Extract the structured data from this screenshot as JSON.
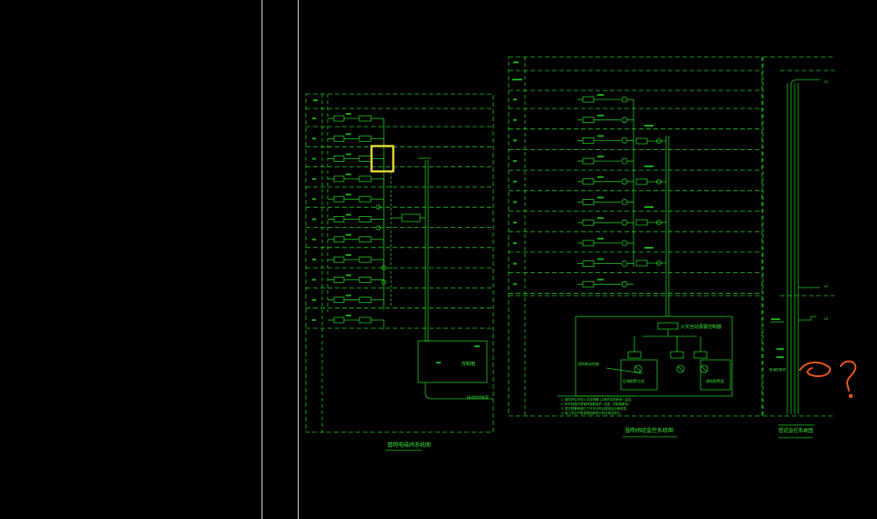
{
  "viewport": {
    "background": "#000000"
  },
  "colors": {
    "line": "#21c421",
    "text": "#3be03b",
    "highlight": "#f5e63a",
    "markup": "#e8551a",
    "divider": "#cfcfcf"
  },
  "panels": [
    {
      "id": "panel-a",
      "row_count": 11,
      "title": "管网电磁阀系统图",
      "box_label": "控制箱",
      "feed_label": "接消防控制室"
    },
    {
      "id": "panel-b",
      "row_count": 10,
      "title": "湿喷阀组监控系统图",
      "box_label": "火灾自动报警控制器",
      "sub_boxes": [
        "消防联动控制",
        "区域报警主机",
        "就地报警盘"
      ],
      "notes": [
        "1.各防护区内设火灾探测器,由消防控制室统一监控。",
        "2.所有线路均穿镀锌钢管保护,沿墙、顶板暗敷设。",
        "3.湿式报警阀组压力开关动作后直接启动喷淋泵。",
        "4.施工时应严格按照国家现行有关规范执行。"
      ]
    },
    {
      "id": "panel-c",
      "title": "管道监控系统图",
      "terminal_labels": [
        "+1",
        "+2",
        "+3"
      ],
      "side_label": "接消防泵房"
    }
  ],
  "annotation": {
    "text": "?",
    "kind": "handwritten-markup"
  },
  "selection": {
    "kind": "highlight-box"
  }
}
